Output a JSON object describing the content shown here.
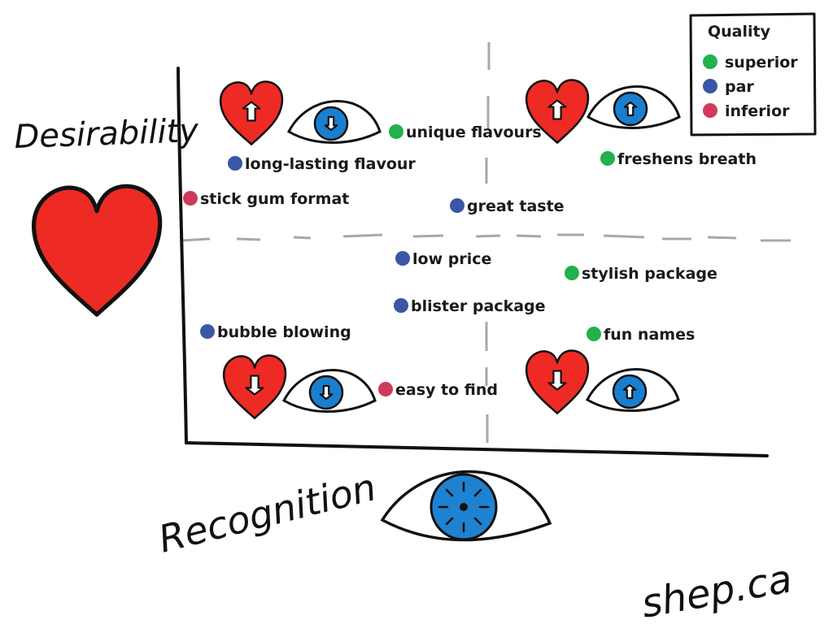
{
  "diagram": {
    "y_axis_label": "Desirability",
    "x_axis_label": "Recognition",
    "signature": "shep.ca"
  },
  "legend": {
    "title": "Quality",
    "items": [
      {
        "label": "superior",
        "color": "#22b14c"
      },
      {
        "label": "par",
        "color": "#3a56a6"
      },
      {
        "label": "inferior",
        "color": "#d03a5a"
      }
    ]
  },
  "colors": {
    "heart": "#ee2a24",
    "eye_iris": "#1b7fcf",
    "eye_iris_large": "#1f82d0",
    "ink": "#111111",
    "dashed_line": "#a8a8a8"
  },
  "quadrants": [
    {
      "name": "top-left",
      "heart_arrow": "up",
      "eye_arrow": "down"
    },
    {
      "name": "top-right",
      "heart_arrow": "up",
      "eye_arrow": "up"
    },
    {
      "name": "bottom-left",
      "heart_arrow": "down",
      "eye_arrow": "down"
    },
    {
      "name": "bottom-right",
      "heart_arrow": "down",
      "eye_arrow": "up"
    }
  ],
  "points": [
    {
      "label": "unique flavours",
      "quality": "superior"
    },
    {
      "label": "long-lasting flavour",
      "quality": "par"
    },
    {
      "label": "freshens breath",
      "quality": "superior"
    },
    {
      "label": "stick gum format",
      "quality": "inferior"
    },
    {
      "label": "great taste",
      "quality": "par"
    },
    {
      "label": "low price",
      "quality": "par"
    },
    {
      "label": "stylish package",
      "quality": "superior"
    },
    {
      "label": "blister package",
      "quality": "par"
    },
    {
      "label": "bubble blowing",
      "quality": "par"
    },
    {
      "label": "fun names",
      "quality": "superior"
    },
    {
      "label": "easy to find",
      "quality": "inferior"
    }
  ]
}
